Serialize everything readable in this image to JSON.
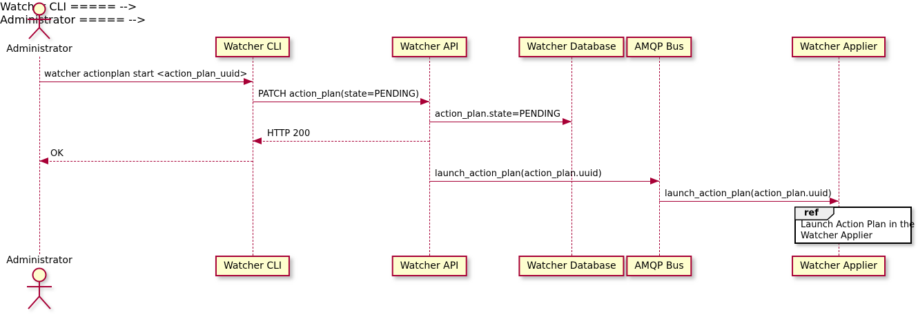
{
  "diagram": {
    "type": "uml-sequence",
    "colors": {
      "participant_fill": "#FEFECE",
      "stroke": "#A80036",
      "text": "#000000",
      "ref_header_fill": "#EEEEEE",
      "ref_border": "#000000",
      "background": "#FFFFFF"
    },
    "actor": {
      "label": "Administrator"
    },
    "participants": [
      {
        "label": "Watcher CLI"
      },
      {
        "label": "Watcher API"
      },
      {
        "label": "Watcher Database"
      },
      {
        "label": "AMQP Bus"
      },
      {
        "label": "Watcher Applier"
      }
    ],
    "messages": [
      {
        "from": "Administrator",
        "to": "Watcher CLI",
        "line": "solid",
        "text": "watcher actionplan start <action_plan_uuid>"
      },
      {
        "from": "Watcher CLI",
        "to": "Watcher API",
        "line": "solid",
        "text": "PATCH action_plan(state=PENDING)"
      },
      {
        "from": "Watcher API",
        "to": "Watcher Database",
        "line": "solid",
        "text": "action_plan.state=PENDING"
      },
      {
        "from": "Watcher API",
        "to": "Watcher CLI",
        "line": "dashed",
        "text": "HTTP 200"
      },
      {
        "from": "Watcher CLI",
        "to": "Administrator",
        "line": "dashed",
        "text": "OK"
      },
      {
        "from": "Watcher API",
        "to": "AMQP Bus",
        "line": "solid",
        "text": "launch_action_plan(action_plan.uuid)"
      },
      {
        "from": "AMQP Bus",
        "to": "Watcher Applier",
        "line": "solid",
        "text": "launch_action_plan(action_plan.uuid)"
      }
    ],
    "ref": {
      "keyword": "ref",
      "text": "Launch Action Plan in the\nWatcher Applier"
    }
  }
}
